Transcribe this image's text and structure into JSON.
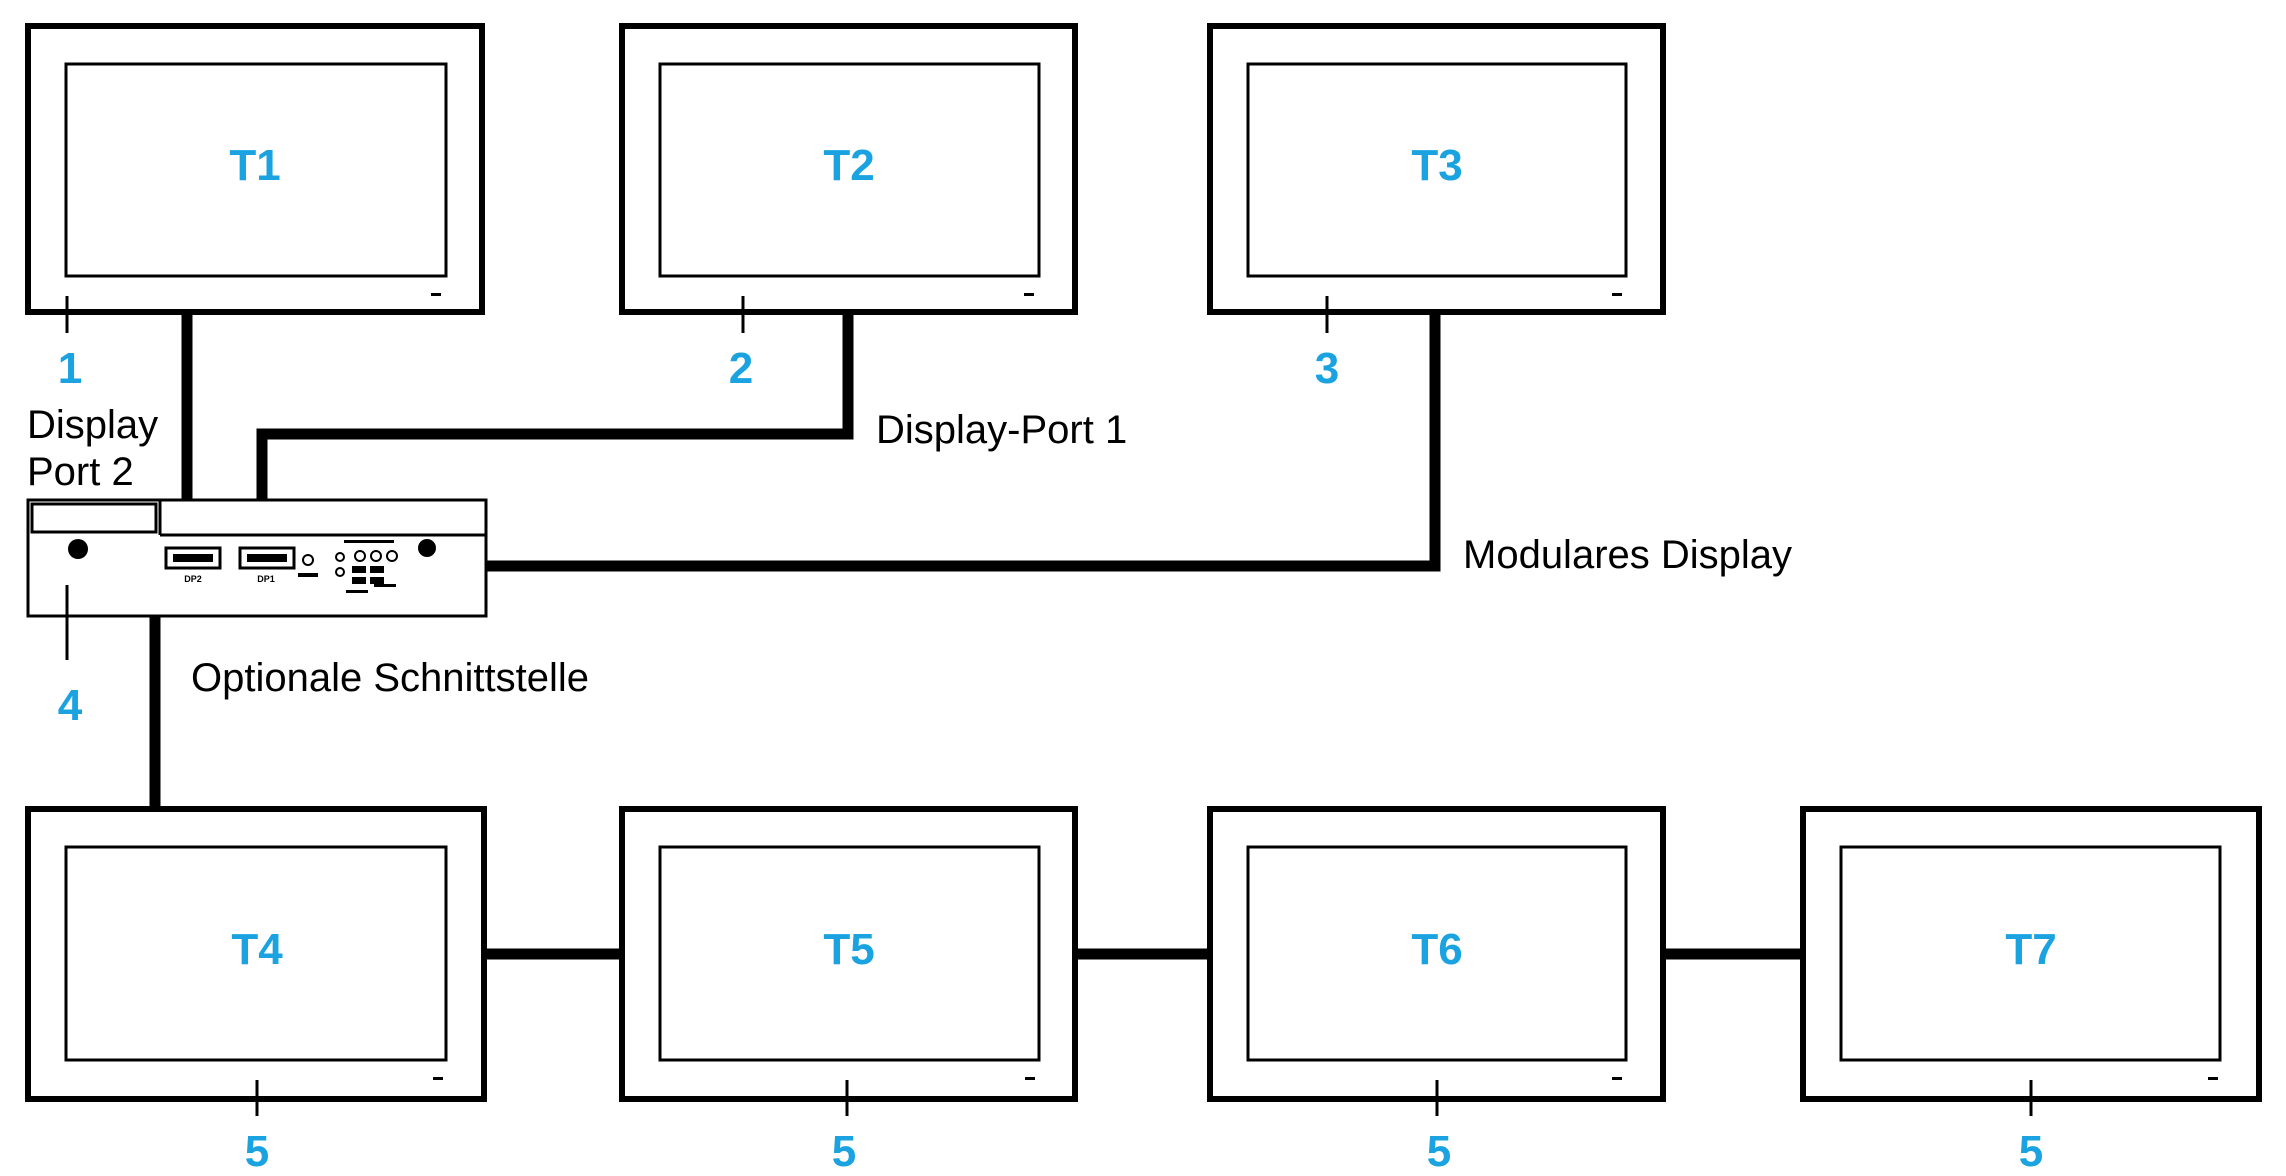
{
  "colors": {
    "accent": "#1aa3e0",
    "line": "#000000",
    "background": "#ffffff"
  },
  "monitors": [
    {
      "id": "T1",
      "label": "T1",
      "callout": "1"
    },
    {
      "id": "T2",
      "label": "T2",
      "callout": "2"
    },
    {
      "id": "T3",
      "label": "T3",
      "callout": "3"
    },
    {
      "id": "T4",
      "label": "T4",
      "callout": "5"
    },
    {
      "id": "T5",
      "label": "T5",
      "callout": "5"
    },
    {
      "id": "T6",
      "label": "T6",
      "callout": "5"
    },
    {
      "id": "T7",
      "label": "T7",
      "callout": "5"
    }
  ],
  "controller": {
    "callout": "4",
    "port_dp2_label": "DP2",
    "port_dp1_label": "DP1"
  },
  "annotations": {
    "display_port_2_line1": "Display",
    "display_port_2_line2": "Port 2",
    "display_port_1": "Display-Port 1",
    "modular_display": "Modulares Display",
    "optional_interface": "Optionale Schnittstelle"
  }
}
